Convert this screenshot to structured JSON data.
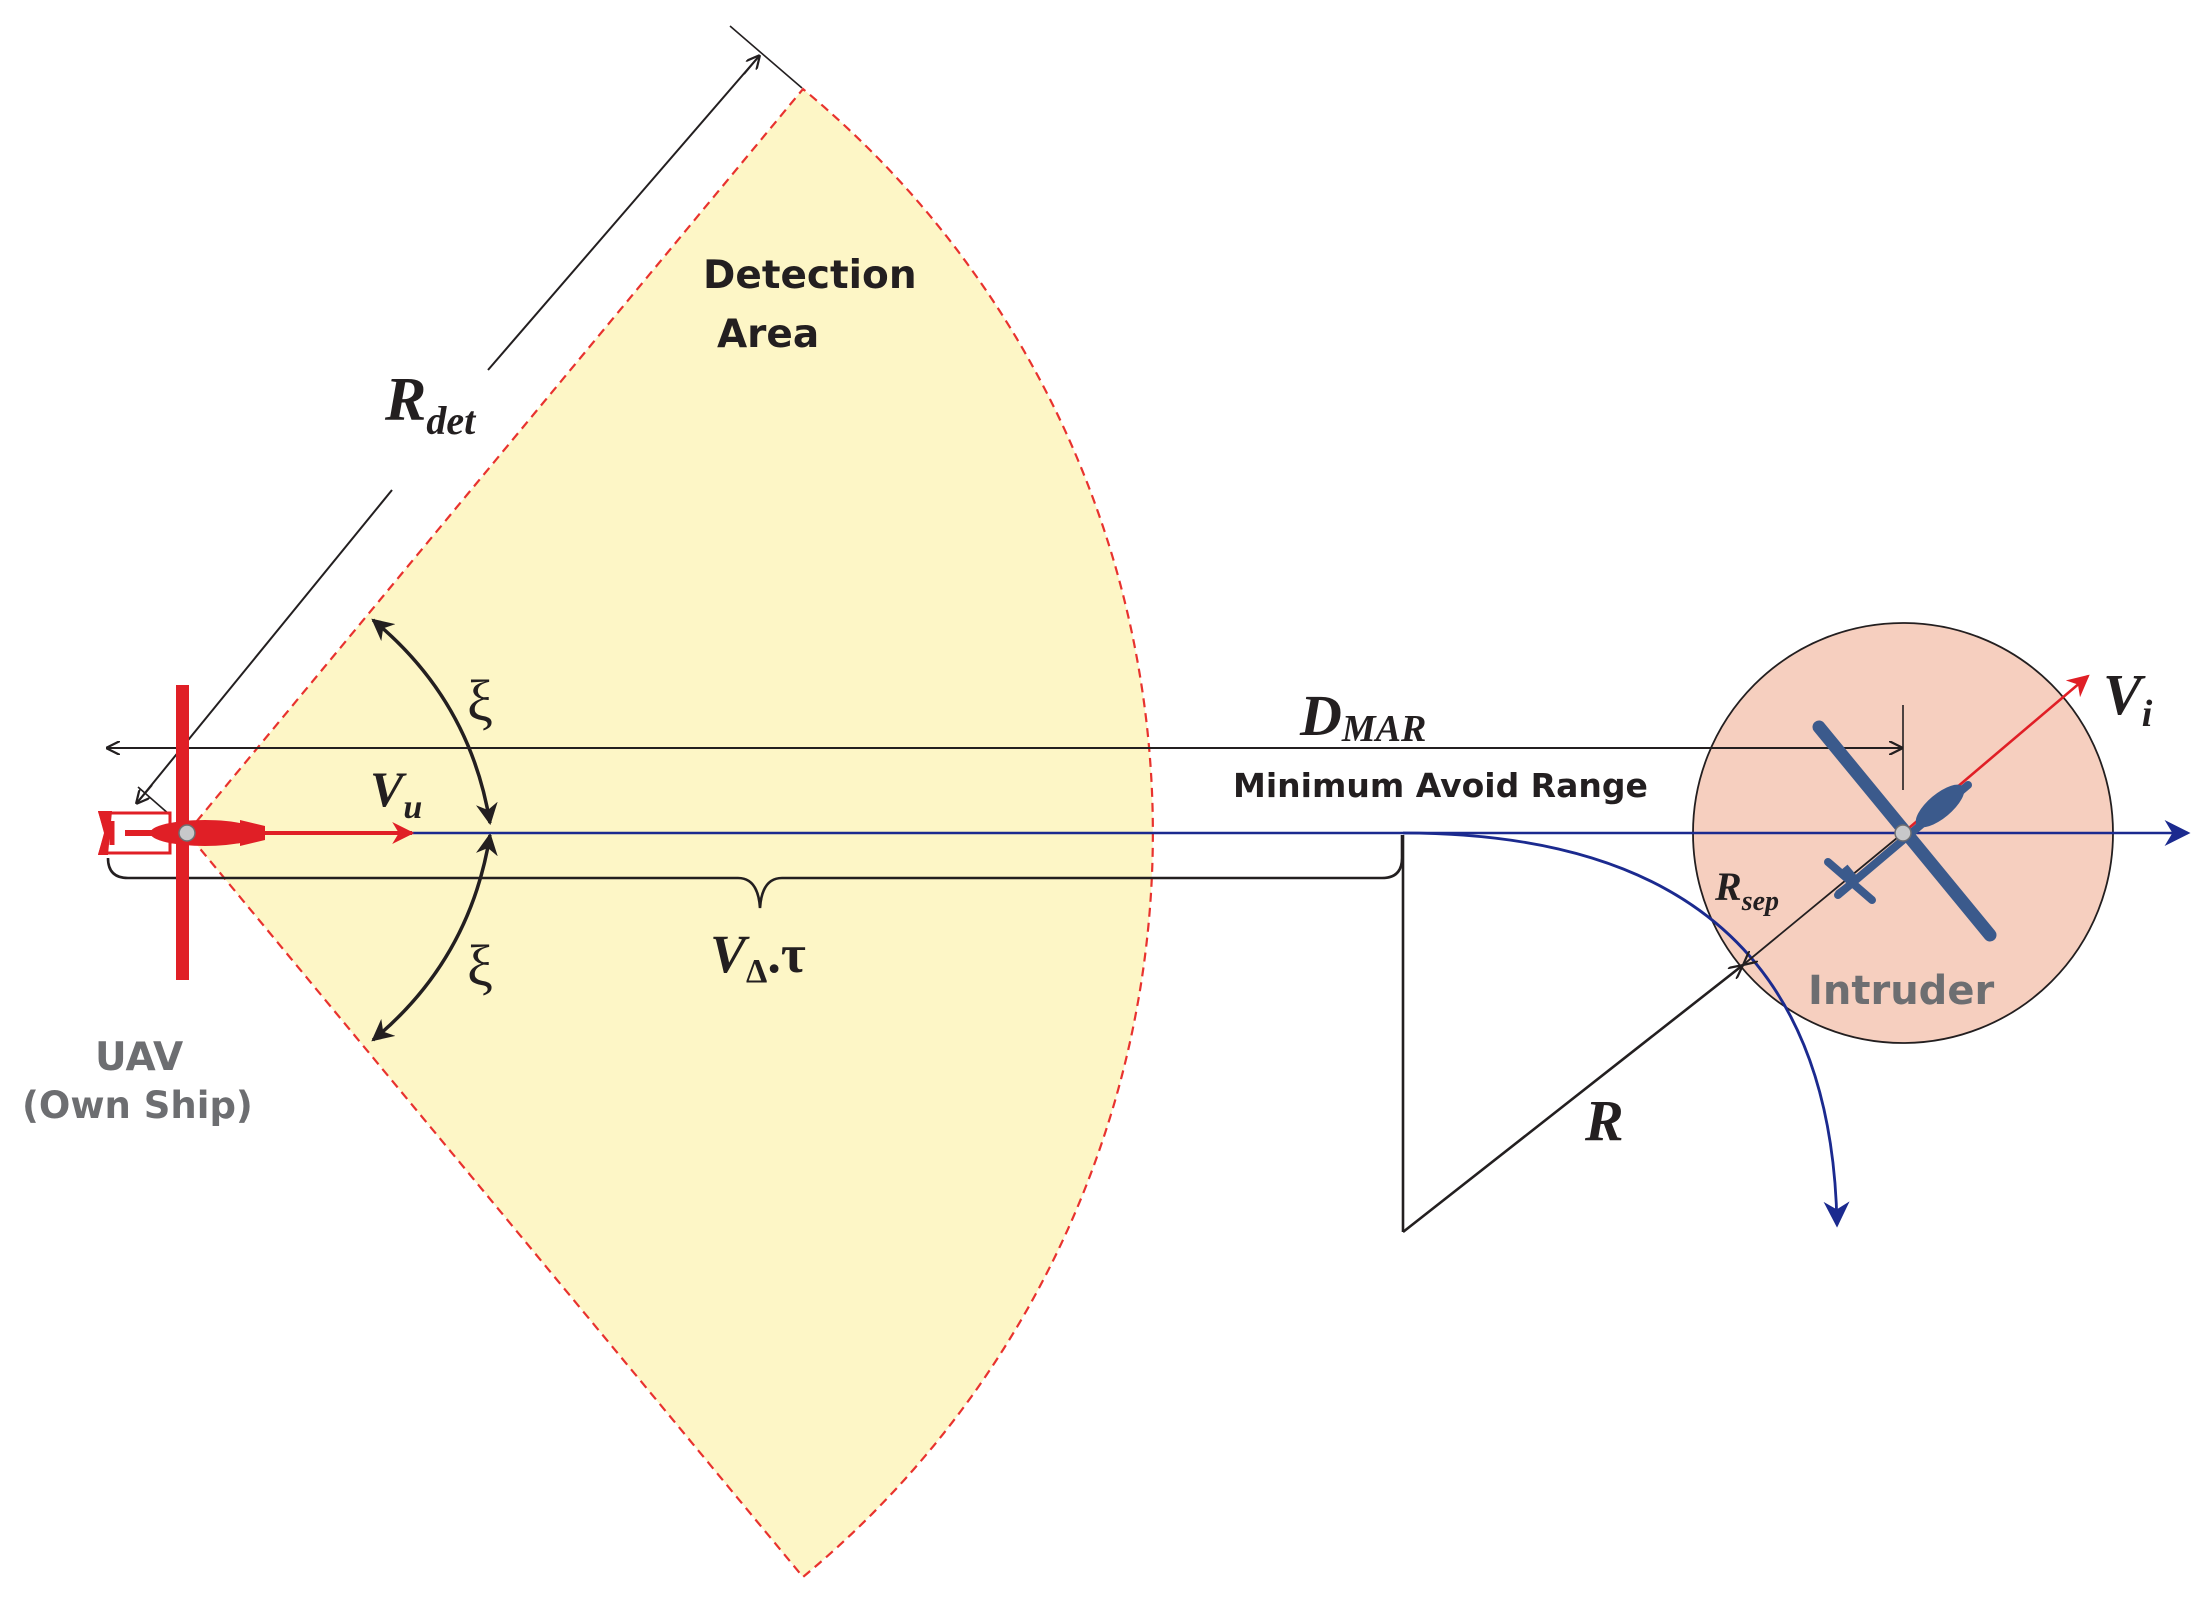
{
  "labels": {
    "detection_area_line1": "Detection",
    "detection_area_line2": "Area",
    "r_det_main": "R",
    "r_det_sub": "det",
    "xi_upper": "ξ",
    "xi_lower": "ξ",
    "v_u_main": "V",
    "v_u_sub": "u",
    "d_mar_main": "D",
    "d_mar_sub": "MAR",
    "minimum_avoid_range": "Minimum Avoid Range",
    "v_delta_main": "V",
    "v_delta_sub": "Δ",
    "v_delta_tail": ".τ",
    "v_i_main": "V",
    "v_i_sub": "i",
    "r_sep_main": "R",
    "r_sep_sub": "sep",
    "r_turn": "R",
    "intruder": "Intruder",
    "uav_line1": "UAV",
    "uav_line2": "(Own Ship)"
  },
  "colors": {
    "detection_fill": "#fdf6c6",
    "detection_border": "#e8322e",
    "intruder_zone_fill": "#f6cfbf",
    "own_ship": "#e01f26",
    "intruder_aircraft": "#3b5a8c",
    "path_line": "#1b2a8f",
    "dimension_line": "#231f20",
    "label_gray": "#6d6e71"
  },
  "icons": {
    "own_ship": "uav-aircraft-icon",
    "intruder": "intruder-aircraft-icon"
  }
}
